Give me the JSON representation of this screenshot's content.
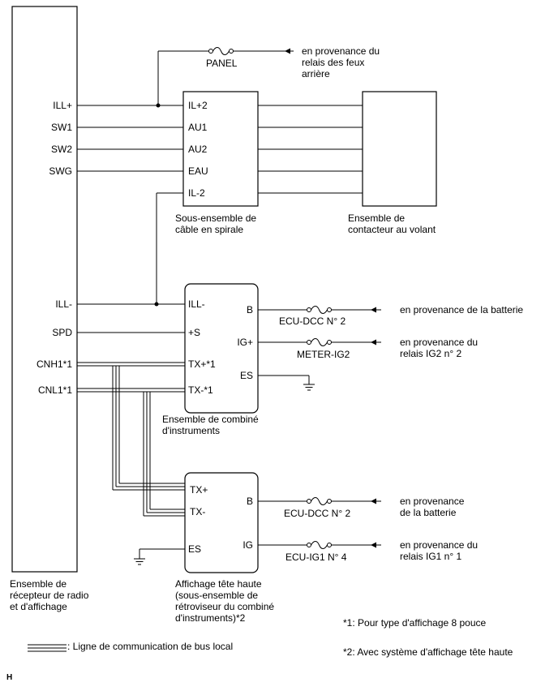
{
  "radio": {
    "name_lines": [
      "Ensemble de",
      "récepteur de radio",
      "et d'affichage"
    ],
    "pins": [
      "ILL+",
      "SW1",
      "SW2",
      "SWG",
      "ILL-",
      "SPD",
      "CNH1*1",
      "CNL1*1"
    ]
  },
  "panel": {
    "fuse": "PANEL",
    "source_lines": [
      "en provenance du",
      "relais des feux",
      "arrière"
    ]
  },
  "spiral": {
    "pins": [
      "IL+2",
      "AU1",
      "AU2",
      "EAU",
      "IL-2"
    ],
    "name_lines": [
      "Sous-ensemble de",
      "câble en spirale"
    ]
  },
  "steering": {
    "name_lines": [
      "Ensemble de",
      "contacteur au volant"
    ]
  },
  "combimeter": {
    "left_pins": [
      "ILL-",
      "+S",
      "TX+*1",
      "TX-*1"
    ],
    "right_pins": [
      "B",
      "IG+",
      "ES"
    ],
    "name_lines": [
      "Ensemble de combiné",
      "d'instruments"
    ],
    "fuse_b": "ECU-DCC N° 2",
    "fuse_ig": "METER-IG2",
    "source_b": "en provenance de la batterie",
    "source_ig_lines": [
      "en provenance du",
      "relais IG2 n° 2"
    ]
  },
  "hud": {
    "left_pins": [
      "TX+",
      "TX-",
      "ES"
    ],
    "right_pins": [
      "B",
      "IG"
    ],
    "name_lines": [
      "Affichage tête haute",
      "(sous-ensemble de",
      "rétroviseur du combiné",
      "d'instruments)*2"
    ],
    "fuse_b": "ECU-DCC N° 2",
    "fuse_ig": "ECU-IG1 N° 4",
    "source_b_lines": [
      "en provenance",
      "de la batterie"
    ],
    "source_ig_lines": [
      "en provenance du",
      "relais IG1 n° 1"
    ]
  },
  "legend": {
    "bus_line": ": Ligne de communication de bus local",
    "note1": "*1: Pour type d'affichage 8 pouce",
    "note2": "*2: Avec système d'affichage tête haute"
  },
  "corner_mark": "H"
}
